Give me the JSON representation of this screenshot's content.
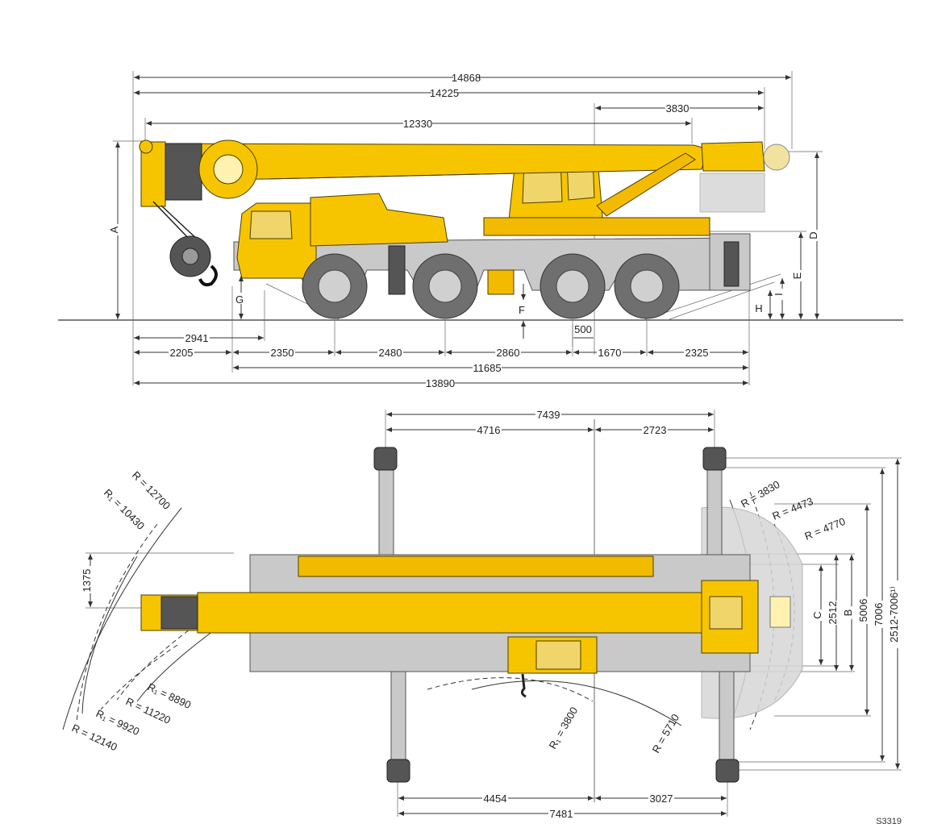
{
  "side_view": {
    "dimensions_top": [
      "14868",
      "14225",
      "3830",
      "12330"
    ],
    "dimensions_bottom": [
      "2941",
      "2205",
      "2350",
      "2480",
      "2860",
      "500",
      "1670",
      "2325",
      "11685",
      "13890"
    ],
    "letters": [
      "A",
      "D",
      "E",
      "F",
      "G",
      "H",
      "I"
    ]
  },
  "top_view": {
    "dimensions_top": [
      "7439",
      "4716",
      "2723"
    ],
    "dimensions_bottom": [
      "4454",
      "3027",
      "7481"
    ],
    "dimensions_right": [
      "C",
      "2512",
      "B",
      "5006",
      "7006",
      "2512-7006¹⁾"
    ],
    "dimension_left": "1375",
    "radii_left": [
      "R = 12700",
      "R₁ = 10430",
      "R₁ = 8890",
      "R = 11220",
      "R₁ = 9920",
      "R = 12140"
    ],
    "radii_right": [
      "R = 3830",
      "R = 4473",
      "R = 4770",
      "R₁ = 3800",
      "R = 5710"
    ]
  },
  "drawing_code": "S3319",
  "colors": {
    "crane_yellow": "#f6c500",
    "chassis_grey": "#c9c9c9",
    "line": "#333333"
  }
}
